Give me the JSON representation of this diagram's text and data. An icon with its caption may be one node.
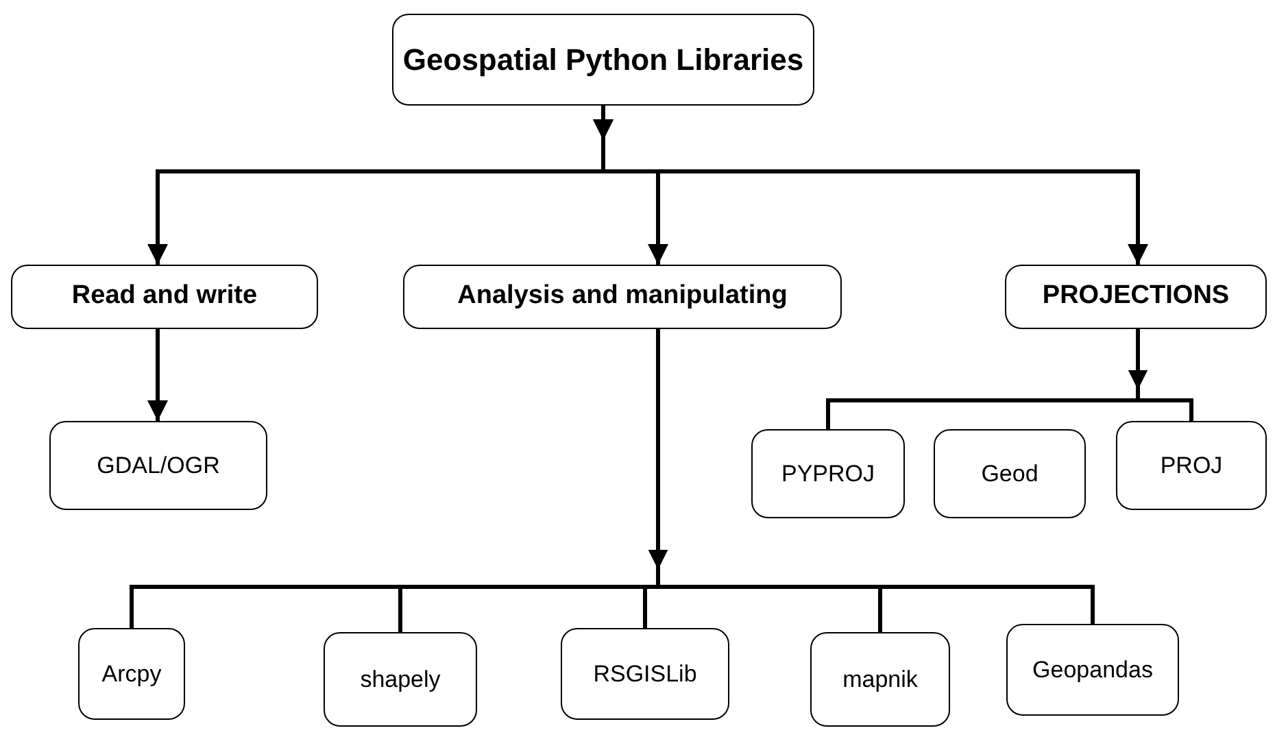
{
  "diagram": {
    "title": "Geospatial Python Libraries",
    "nodes": [
      {
        "text": [
          "Read and write"
        ]
      },
      {
        "text": [
          "Analysis and manipulating"
        ]
      },
      {
        "text": [
          "PROJECTIONS"
        ]
      },
      {
        "text": [
          "GDAL/OGR"
        ]
      },
      {
        "text": [
          "PYPROJ"
        ]
      },
      {
        "text": [
          "Geod"
        ]
      },
      {
        "text": [
          "PROJ"
        ]
      },
      {
        "text": [
          "Arcpy"
        ]
      },
      {
        "text": [
          "shapely"
        ]
      },
      {
        "text": [
          "RSGISLib"
        ]
      },
      {
        "text": [
          "mapnik"
        ]
      },
      {
        "text": [
          "Geopandas"
        ]
      }
    ],
    "edges": [
      {
        "from": null,
        "to": 0,
        "arrow": "to"
      },
      {
        "from": null,
        "to": 1,
        "arrow": "to"
      },
      {
        "from": null,
        "to": 2,
        "arrow": "to"
      },
      {
        "from": 0,
        "to": 3,
        "arrow": "to"
      },
      {
        "from": 2,
        "to": 4,
        "arrow": "to"
      },
      {
        "from": 2,
        "to": 6,
        "arrow": "to"
      },
      {
        "from": 1,
        "to": 7,
        "arrow": "to"
      },
      {
        "from": 1,
        "to": 8,
        "arrow": "to"
      },
      {
        "from": 1,
        "to": 9,
        "arrow": "to"
      },
      {
        "from": 1,
        "to": 10,
        "arrow": "to"
      },
      {
        "from": 1,
        "to": 11,
        "arrow": "to"
      }
    ]
  }
}
